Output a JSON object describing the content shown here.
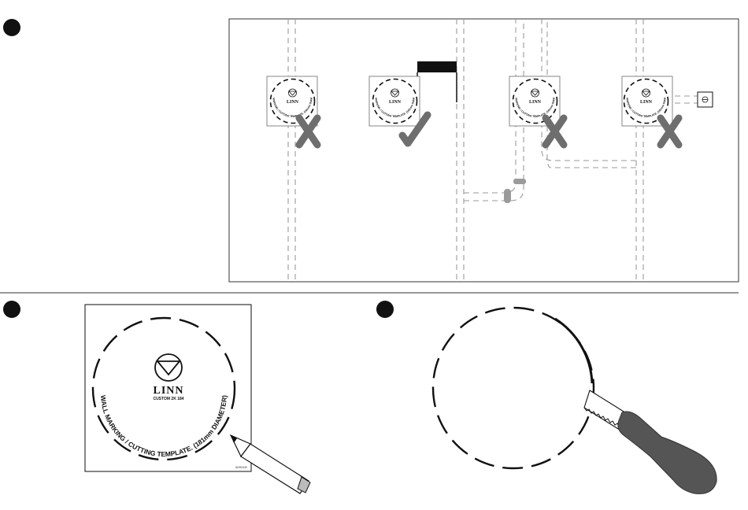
{
  "template": {
    "brand": "LINN",
    "model": "CUSTOM 2K 184",
    "instruction": "WALL MARKING / CUTTING TEMPLATE. (181mm DIAMETER)",
    "part_code": "ADR0430"
  },
  "colors": {
    "ink": "#111111",
    "wall_lines": "#9a9a9a",
    "marks": "#6e6e6e",
    "tool_handle": "#555555"
  },
  "step_markers": [
    {
      "step": "step-1",
      "icon": "filled-circle-bullet"
    },
    {
      "step": "step-2",
      "icon": "filled-circle-bullet"
    },
    {
      "step": "step-3",
      "icon": "filled-circle-bullet"
    }
  ],
  "placements": [
    {
      "position": "on-stud",
      "verdict": "incorrect",
      "icon": "cross-mark-icon"
    },
    {
      "position": "clear-of-obstructions",
      "verdict": "correct",
      "icon": "check-mark-icon"
    },
    {
      "position": "on-pipe",
      "verdict": "incorrect",
      "icon": "cross-mark-icon"
    },
    {
      "position": "near-electrical-socket",
      "verdict": "incorrect",
      "icon": "cross-mark-icon"
    }
  ]
}
